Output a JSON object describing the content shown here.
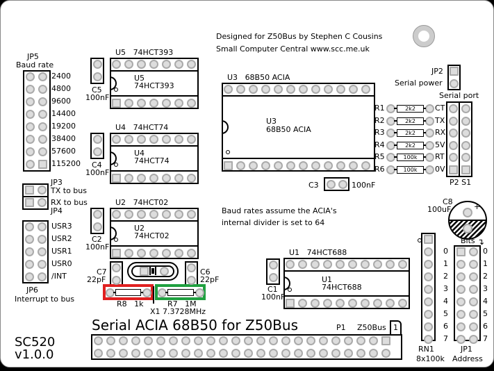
{
  "credits": {
    "line1": "Designed for Z50Bus by Stephen C Cousins",
    "line2": "Small Computer Central      www.scc.me.uk"
  },
  "jp5": {
    "ref": "JP5",
    "label": "Baud rate",
    "rates": [
      "2400",
      "4800",
      "9600",
      "14400",
      "19200",
      "38400",
      "57600",
      "115200"
    ]
  },
  "u5": {
    "ref": "U5",
    "part": "74HCT393"
  },
  "u4": {
    "ref": "U4",
    "part": "74HCT74"
  },
  "u2": {
    "ref": "U2",
    "part": "74HCT02"
  },
  "u3": {
    "ref": "U3",
    "part": "68B50 ACIA"
  },
  "u1": {
    "ref": "U1",
    "part": "74HCT688"
  },
  "caps": {
    "c5": {
      "ref": "C5",
      "value": "100nF"
    },
    "c4": {
      "ref": "C4",
      "value": "100nF"
    },
    "c2": {
      "ref": "C2",
      "value": "100nF"
    },
    "c3": {
      "ref": "C3",
      "value": "100nF"
    },
    "c1": {
      "ref": "C1",
      "value": "100nF"
    },
    "c7": {
      "ref": "C7",
      "value": "22pF"
    },
    "c6": {
      "ref": "C6",
      "value": "22pF"
    },
    "c8": {
      "ref": "C8",
      "value": "100uF"
    }
  },
  "resistors": [
    {
      "ref": "R1",
      "value": "2k2",
      "signal": "CT"
    },
    {
      "ref": "R2",
      "value": "2k2",
      "signal": "TX"
    },
    {
      "ref": "R3",
      "value": "2k2",
      "signal": "RX"
    },
    {
      "ref": "R4",
      "value": "2k2",
      "signal": "5V"
    },
    {
      "ref": "R5",
      "value": "100k",
      "signal": "RT"
    },
    {
      "ref": "R6",
      "value": "100k",
      "signal": "0V"
    }
  ],
  "jp2": {
    "ref": "JP2",
    "label": "Serial power"
  },
  "serial_port": {
    "label": "Serial port",
    "refs": "P2  S1"
  },
  "jp3": {
    "ref": "JP3",
    "label": "TX to bus"
  },
  "jp4": {
    "ref": "JP4",
    "label": "RX to bus"
  },
  "jp6": {
    "ref": "JP6",
    "label": "Interrupt to bus",
    "signals": [
      "USR3",
      "USR2",
      "USR1",
      "USR0",
      "/INT"
    ]
  },
  "note": {
    "line1": "Baud rates assume the ACIA's",
    "line2": "internal divider is set to 64"
  },
  "r8": {
    "ref": "R8",
    "value": "1k",
    "highlight": "#e02020"
  },
  "r7": {
    "ref": "R7",
    "value": "1M",
    "highlight": "#20a040"
  },
  "x1": {
    "label": "X1  7.3728MHz"
  },
  "title": "Serial ACIA 68B50 for Z50Bus",
  "p1": {
    "ref": "P1",
    "label": "Z50Bus",
    "pin1": "1"
  },
  "rn1": {
    "ref": "RN1",
    "value": "8x100k",
    "bits": [
      "0",
      "1",
      "2",
      "3",
      "4",
      "5",
      "6",
      "7"
    ]
  },
  "jp1": {
    "ref": "JP1",
    "label": "Address",
    "bits_label": "Bits",
    "bits": [
      "0",
      "1",
      "2",
      "3",
      "4",
      "5",
      "6",
      "7"
    ]
  },
  "board": {
    "name": "SC520",
    "version": "v1.0.0"
  }
}
